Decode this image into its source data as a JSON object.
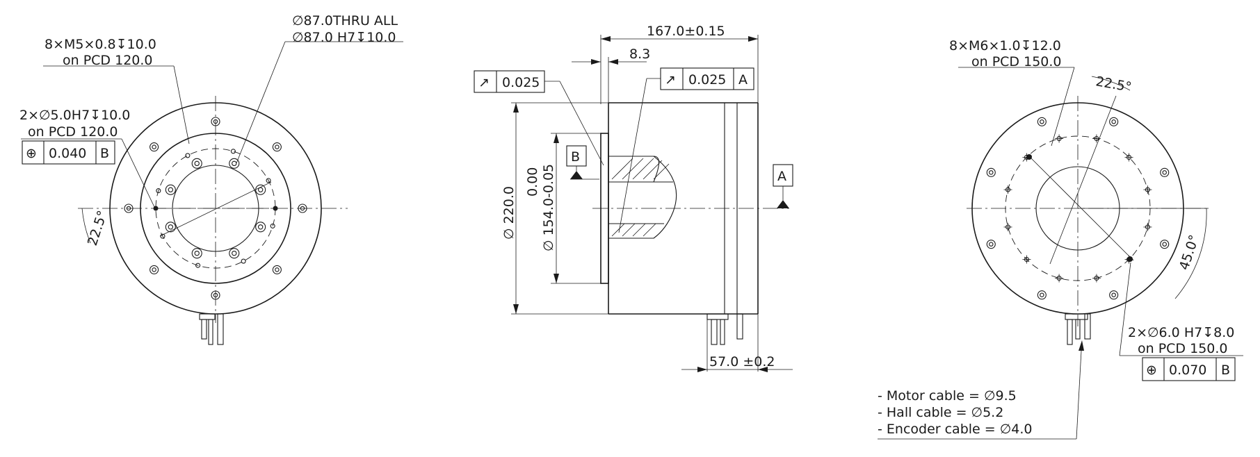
{
  "front_view": {
    "thread_spec": "8×M5×0.8↧10.0",
    "thread_pcd": "on PCD 120.0",
    "thru_spec": "∅87.0THRU ALL",
    "bore_spec": "∅87.0 H7↧10.0",
    "pin_spec": "2×∅5.0H7↧10.0",
    "pin_pcd": "on PCD 120.0",
    "pin_tolerance_symbol": "⊕",
    "pin_tolerance": "0.040",
    "pin_datum": "B",
    "angle": "22.5°"
  },
  "side_view": {
    "length": "167.0±0.15",
    "flange_offset": "8.3",
    "runout_symbol": "↗",
    "runout_1": "0.025",
    "runout_2": "0.025",
    "runout_2_datum": "A",
    "datum_b": "B",
    "datum_a": "A",
    "outer_diameter": "∅ 220.0",
    "inner_diameter": "∅ 154.0-0.05",
    "inner_tolerance_upper": "0.00",
    "cable_offset": "57.0 ±0.2"
  },
  "rear_view": {
    "thread_spec": "8×M6×1.0↧12.0",
    "thread_pcd": "on PCD 150.0",
    "angle_top": "22.5°",
    "angle_side": "45.0°",
    "pin_spec": "2×∅6.0 H7↧8.0",
    "pin_pcd": "on PCD 150.0",
    "pin_tolerance_symbol": "⊕",
    "pin_tolerance": "0.070",
    "pin_datum": "B"
  },
  "cable_notes": [
    "- Motor cable = ∅9.5",
    "- Hall cable = ∅5.2",
    "- Encoder cable = ∅4.0"
  ]
}
